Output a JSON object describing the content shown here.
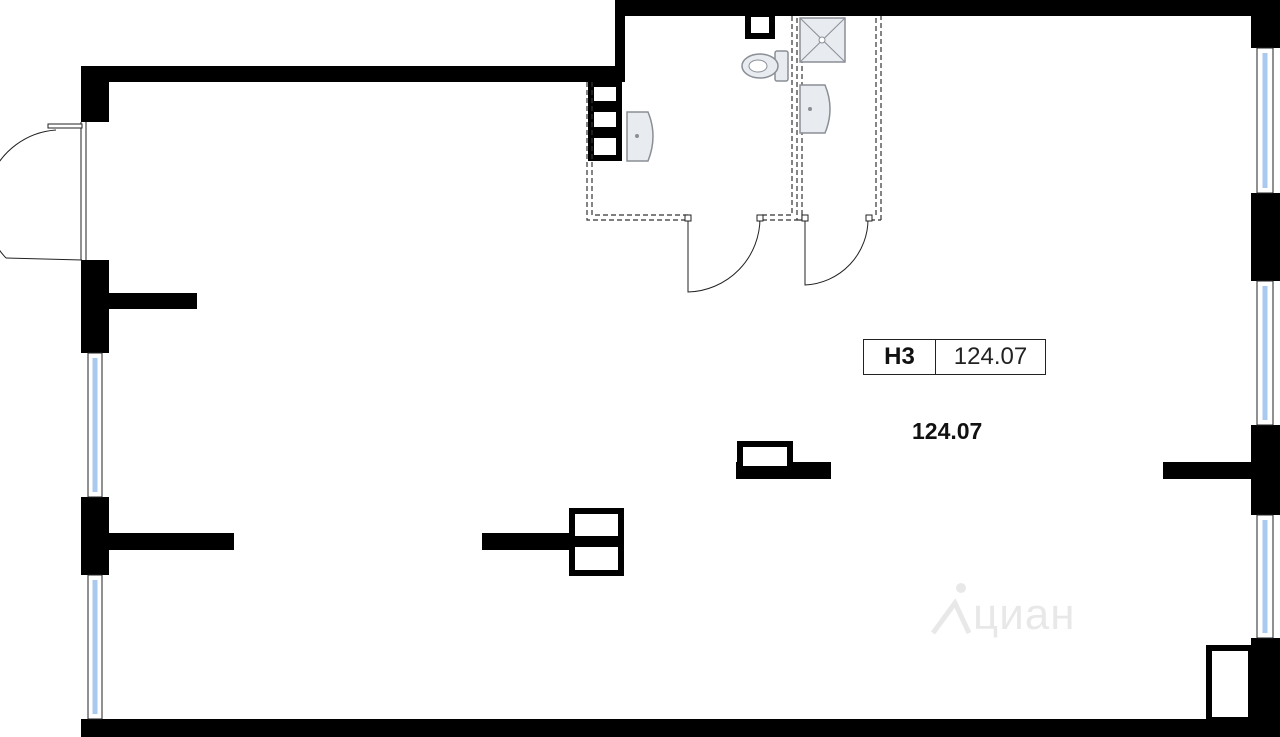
{
  "unit": {
    "code": "Н3",
    "area_label": "124.07",
    "room_area": "124.07"
  },
  "watermark": {
    "text": "циан",
    "icon": "cian-logo-icon"
  },
  "colors": {
    "wall": "#000000",
    "window_glass": "#a9c9ee",
    "fixture_fill": "#e8ebef",
    "fixture_stroke": "#8a8f96",
    "dashed": "#333333"
  }
}
